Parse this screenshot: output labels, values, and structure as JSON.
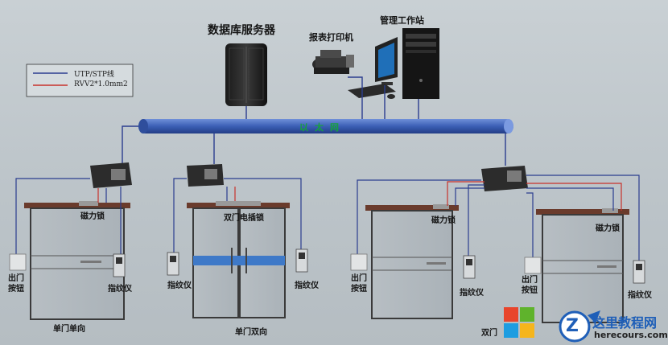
{
  "labels": {
    "db_server": "数据库服务器",
    "workstation": "管理工作站",
    "printer": "报表打印机",
    "ethernet": "以太网",
    "magnetic_lock": "磁力锁",
    "double_lock": "双门电插锁",
    "exit_button": "出门\n按钮",
    "fingerprint": "指纹仪",
    "single_one_way": "单门单向",
    "single_two_way": "单门双向",
    "double_door": "双门"
  },
  "legend": {
    "utp": "UTP/STP线",
    "rvv": "RVV2*1.0mm2"
  },
  "watermark": {
    "site": "这里教程网",
    "url": "herecours.com",
    "logo_letter": "Z"
  },
  "colors": {
    "utp": "#2b3d8f",
    "rvv": "#c8322c",
    "ethernet_bar": "#3f62b7",
    "ethernet_text": "#16a040"
  }
}
